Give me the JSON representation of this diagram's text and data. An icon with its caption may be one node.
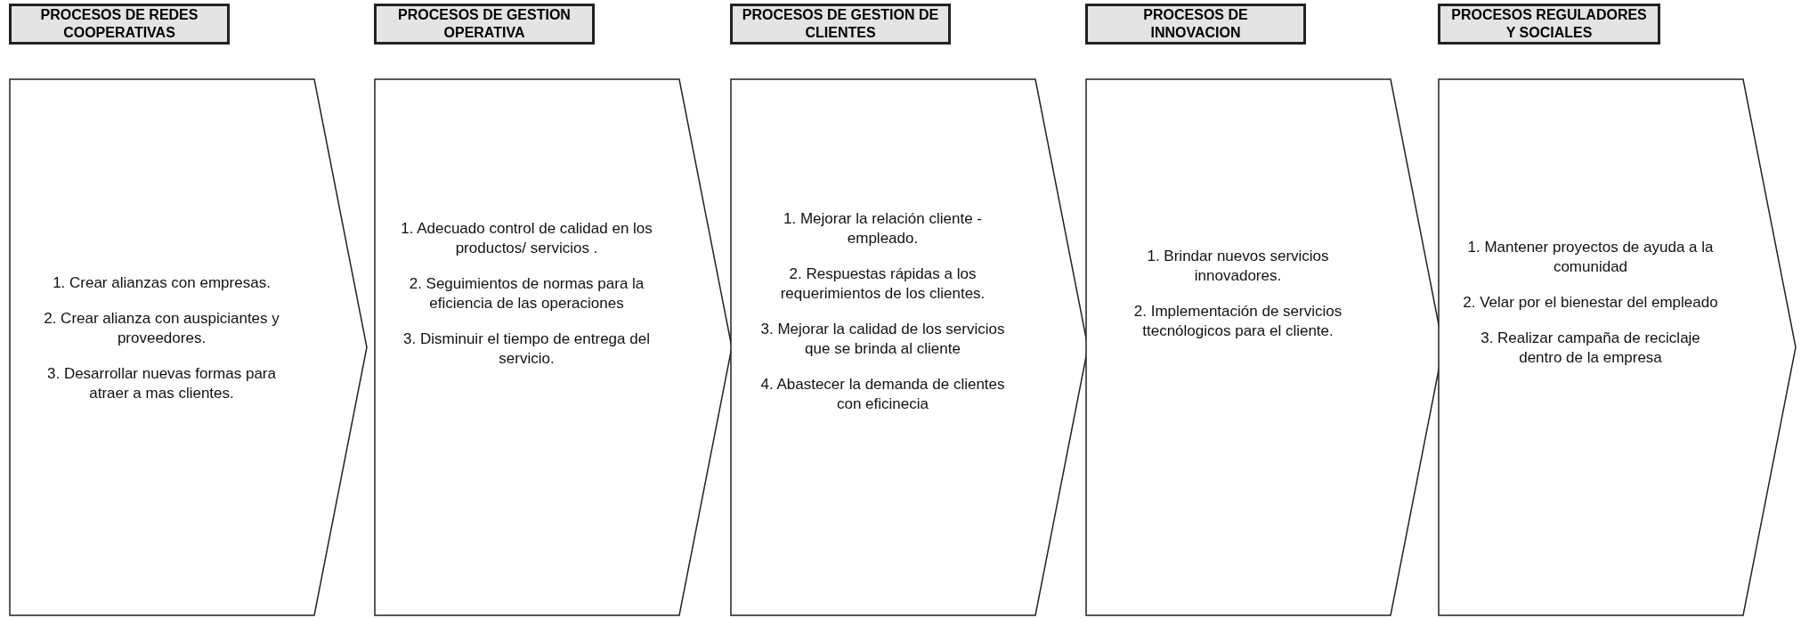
{
  "diagram": {
    "nodes": [
      {
        "text": [
          "PROCESOS DE REDES COOPERATIVAS"
        ]
      },
      {
        "text": [
          "1. Crear alianzas con empresas.",
          "2. Crear alianza con auspiciantes y proveedores.",
          "3. Desarrollar nuevas formas para atraer a mas clientes."
        ]
      },
      {
        "text": [
          "PROCESOS DE GESTION OPERATIVA"
        ]
      },
      {
        "text": [
          "1. Adecuado control de calidad en los productos/ servicios .",
          "2. Seguimientos de normas para la eficiencia de las operaciones",
          "3. Disminuir el tiempo de entrega del servicio."
        ]
      },
      {
        "text": [
          "PROCESOS DE GESTION DE CLIENTES"
        ]
      },
      {
        "text": [
          "1. Mejorar la relación cliente - empleado.",
          "2. Respuestas rápidas a los requerimientos de los clientes.",
          "3. Mejorar la calidad de los servicios que se brinda al cliente",
          "4. Abastecer la demanda de clientes con eficinecia"
        ]
      },
      {
        "text": [
          "PROCESOS DE INNOVACION"
        ]
      },
      {
        "text": [
          "1. Brindar nuevos servicios innovadores.",
          "2. Implementación de servicios ttecnólogicos para el cliente."
        ]
      },
      {
        "text": [
          "PROCESOS REGULADORES Y SOCIALES"
        ]
      },
      {
        "text": [
          "1. Mantener proyectos de ayuda a la comunidad",
          "2. Velar por el bienestar del empleado",
          "3. Realizar campaña de reciclaje dentro de la empresa"
        ]
      }
    ]
  }
}
